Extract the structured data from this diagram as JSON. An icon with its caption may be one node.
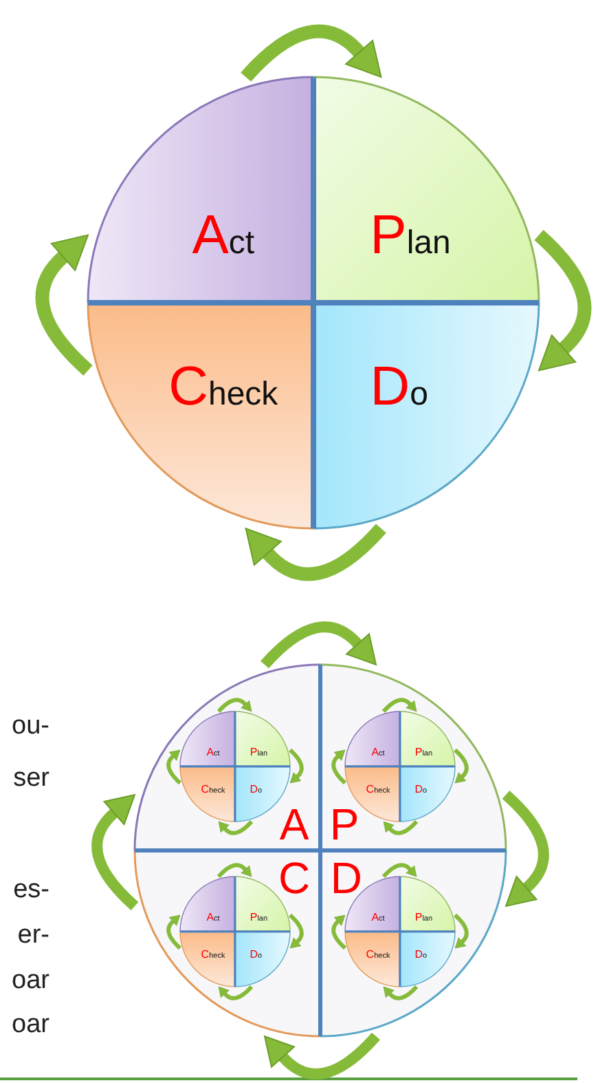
{
  "diagram": {
    "nodes": [
      {
        "text": [
          "Act"
        ]
      },
      {
        "text": [
          "Plan"
        ]
      },
      {
        "text": [
          "Check"
        ]
      },
      {
        "text": [
          "Do"
        ]
      },
      {
        "text": [
          "A"
        ]
      },
      {
        "text": [
          "Act"
        ],
        "in": 4
      },
      {
        "text": [
          "Plan"
        ],
        "in": 4
      },
      {
        "text": [
          "Check"
        ],
        "in": 4
      },
      {
        "text": [
          "Do"
        ],
        "in": 4
      },
      {
        "text": [
          "P"
        ]
      },
      {
        "text": [
          "Act"
        ],
        "in": 9
      },
      {
        "text": [
          "Plan"
        ],
        "in": 9
      },
      {
        "text": [
          "Check"
        ],
        "in": 9
      },
      {
        "text": [
          "Do"
        ],
        "in": 9
      },
      {
        "text": [
          "C"
        ]
      },
      {
        "text": [
          "Act"
        ],
        "in": 14
      },
      {
        "text": [
          "Plan"
        ],
        "in": 14
      },
      {
        "text": [
          "Check"
        ],
        "in": 14
      },
      {
        "text": [
          "Do"
        ],
        "in": 14
      },
      {
        "text": [
          "D"
        ]
      },
      {
        "text": [
          "Act"
        ],
        "in": 19
      },
      {
        "text": [
          "Plan"
        ],
        "in": 19
      },
      {
        "text": [
          "Check"
        ],
        "in": 19
      },
      {
        "text": [
          "Do"
        ],
        "in": 19
      }
    ],
    "edges": [
      {
        "from": 0,
        "to": 1,
        "arrow": "to",
        "style": "thick"
      },
      {
        "from": 1,
        "to": 3,
        "arrow": "to",
        "style": "thick"
      },
      {
        "from": 3,
        "to": 2,
        "arrow": "to",
        "style": "thick"
      },
      {
        "from": 2,
        "to": 0,
        "arrow": "to",
        "style": "thick"
      },
      {
        "from": 4,
        "to": 9,
        "arrow": "to",
        "style": "thick"
      },
      {
        "from": 9,
        "to": 19,
        "arrow": "to",
        "style": "thick"
      },
      {
        "from": 19,
        "to": 14,
        "arrow": "to",
        "style": "thick"
      },
      {
        "from": 14,
        "to": 4,
        "arrow": "to",
        "style": "thick"
      },
      {
        "from": 5,
        "to": 6,
        "arrow": "to"
      },
      {
        "from": 6,
        "to": 8,
        "arrow": "to"
      },
      {
        "from": 8,
        "to": 7,
        "arrow": "to"
      },
      {
        "from": 7,
        "to": 5,
        "arrow": "to"
      },
      {
        "from": 10,
        "to": 11,
        "arrow": "to"
      },
      {
        "from": 11,
        "to": 13,
        "arrow": "to"
      },
      {
        "from": 13,
        "to": 12,
        "arrow": "to"
      },
      {
        "from": 12,
        "to": 10,
        "arrow": "to"
      },
      {
        "from": 15,
        "to": 16,
        "arrow": "to"
      },
      {
        "from": 16,
        "to": 18,
        "arrow": "to"
      },
      {
        "from": 18,
        "to": 17,
        "arrow": "to"
      },
      {
        "from": 17,
        "to": 15,
        "arrow": "to"
      },
      {
        "from": 20,
        "to": 21,
        "arrow": "to"
      },
      {
        "from": 21,
        "to": 23,
        "arrow": "to"
      },
      {
        "from": 23,
        "to": 22,
        "arrow": "to"
      },
      {
        "from": 22,
        "to": 20,
        "arrow": "to"
      }
    ],
    "labels": [
      "ou-",
      "ser",
      "es-",
      "er-",
      "oar",
      "oar"
    ]
  }
}
